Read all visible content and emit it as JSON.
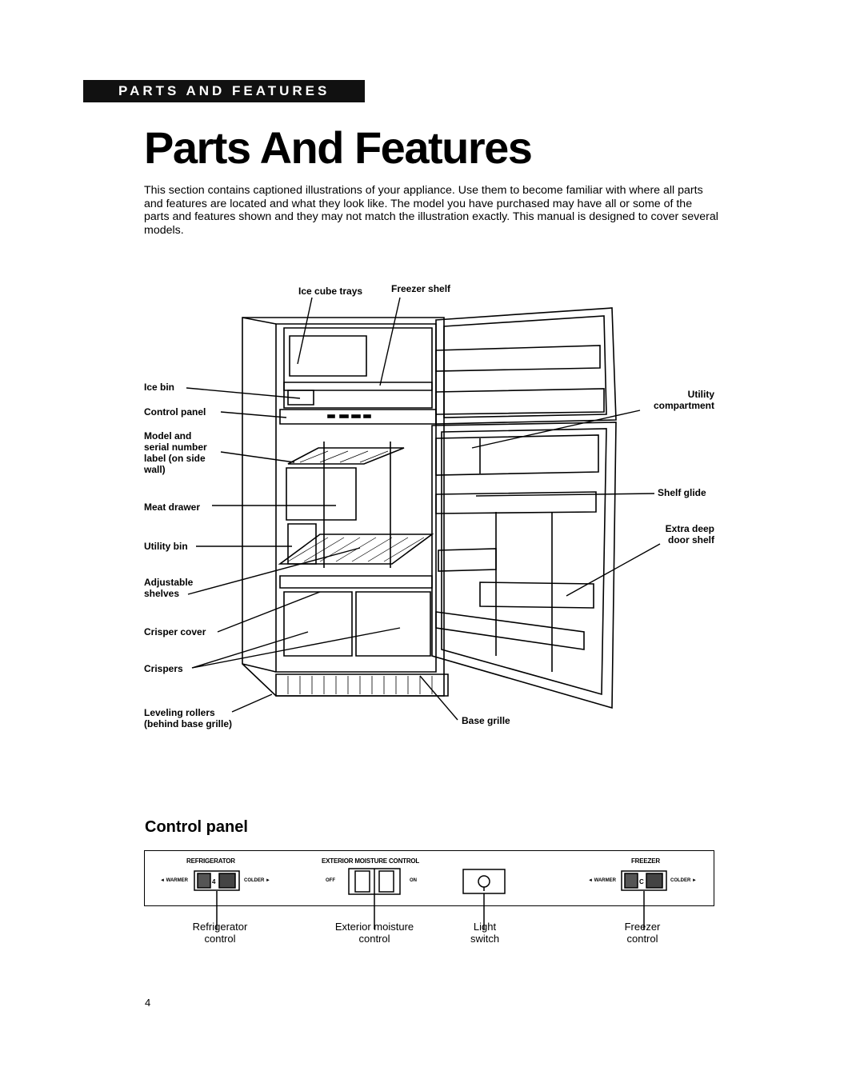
{
  "header": {
    "banner": "PARTS AND FEATURES",
    "title": "Parts And Features"
  },
  "intro": "This section contains captioned illustrations of your appliance. Use them to become familiar with where all parts and features are located and what they look like. The model you have purchased may have all or some of the parts and features shown and they may not match the illustration exactly. This manual is designed to cover several models.",
  "diagram": {
    "labels": {
      "ice_cube_trays": "Ice cube trays",
      "freezer_shelf": "Freezer shelf",
      "ice_bin": "Ice bin",
      "control_panel": "Control panel",
      "model_serial": "Model and\nserial number\nlabel (on side\nwall)",
      "meat_drawer": "Meat drawer",
      "utility_bin": "Utility bin",
      "adjustable_shelves": "Adjustable\nshelves",
      "crisper_cover": "Crisper cover",
      "crispers": "Crispers",
      "leveling_rollers": "Leveling rollers\n(behind base grille)",
      "base_grille": "Base grille",
      "utility_compartment": "Utility\ncompartment",
      "shelf_glide": "Shelf glide",
      "extra_deep_shelf": "Extra deep\ndoor shelf"
    }
  },
  "control_panel": {
    "heading": "Control panel",
    "refrigerator_title": "REFRIGERATOR",
    "moisture_title": "EXTERIOR MOISTURE CONTROL",
    "freezer_title": "FREEZER",
    "warmer": "◄ WARMER",
    "colder": "COLDER ►",
    "off": "OFF",
    "on": "ON",
    "refrigerator_setting": "4",
    "freezer_setting": "C",
    "captions": {
      "refrigerator": "Refrigerator\ncontrol",
      "moisture": "Exterior moisture\ncontrol",
      "light": "Light\nswitch",
      "freezer": "Freezer\ncontrol"
    }
  },
  "page_number": "4"
}
